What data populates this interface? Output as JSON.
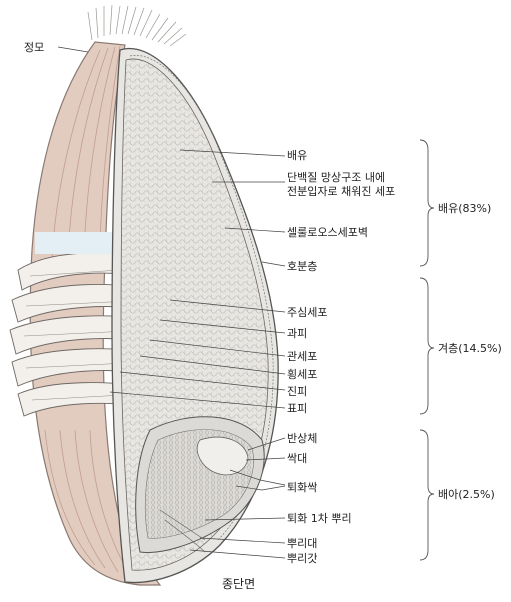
{
  "labels": {
    "hairs": "정모",
    "endosperm": "배유",
    "protein_matrix_line1": "단백질 망상구조 내에",
    "protein_matrix_line2": "전분입자로 채워진 세포",
    "cellulose_wall": "셀룰로오스세포벽",
    "aleurone": "호분층",
    "nucellar": "주심세포",
    "pericarp": "과피",
    "tube_cells": "관세포",
    "cross_cells": "횡세포",
    "hypodermis": "진피",
    "epidermis": "표피",
    "scutellum": "반상체",
    "shoot": "싹대",
    "coleoptile": "퇴화싹",
    "primary_root": "퇴화 1차 뿌리",
    "radicle": "뿌리대",
    "root_cap": "뿌리갓"
  },
  "groups": {
    "endosperm_group": "배유(83%)",
    "bran_group": "겨층(14.5%)",
    "germ_group": "배아(2.5%)"
  },
  "caption": "종단면",
  "colors": {
    "husk": "#e2cbbf",
    "husk_dark": "#b89484",
    "section": "#e8e6e2",
    "line": "#555555",
    "band": "#e3eef5"
  }
}
